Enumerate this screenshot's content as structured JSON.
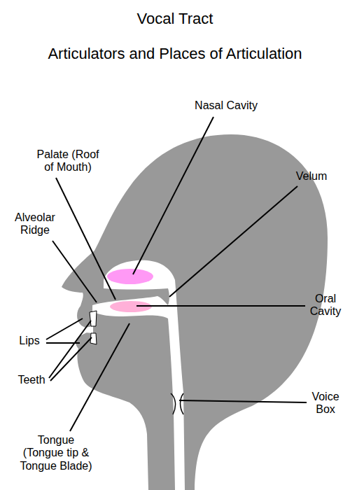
{
  "diagram": {
    "title": "Vocal Tract",
    "labels": [
      "Articulators and Places of Articulation",
      "Nasal Cavity",
      "Palate (Roof of Mouth)",
      "Velum",
      "Alveolar Ridge",
      "Oral Cavity",
      "Lips",
      "Teeth",
      "Voice Box",
      "Tongue (Tongue tip & Tongue Blade)"
    ]
  }
}
